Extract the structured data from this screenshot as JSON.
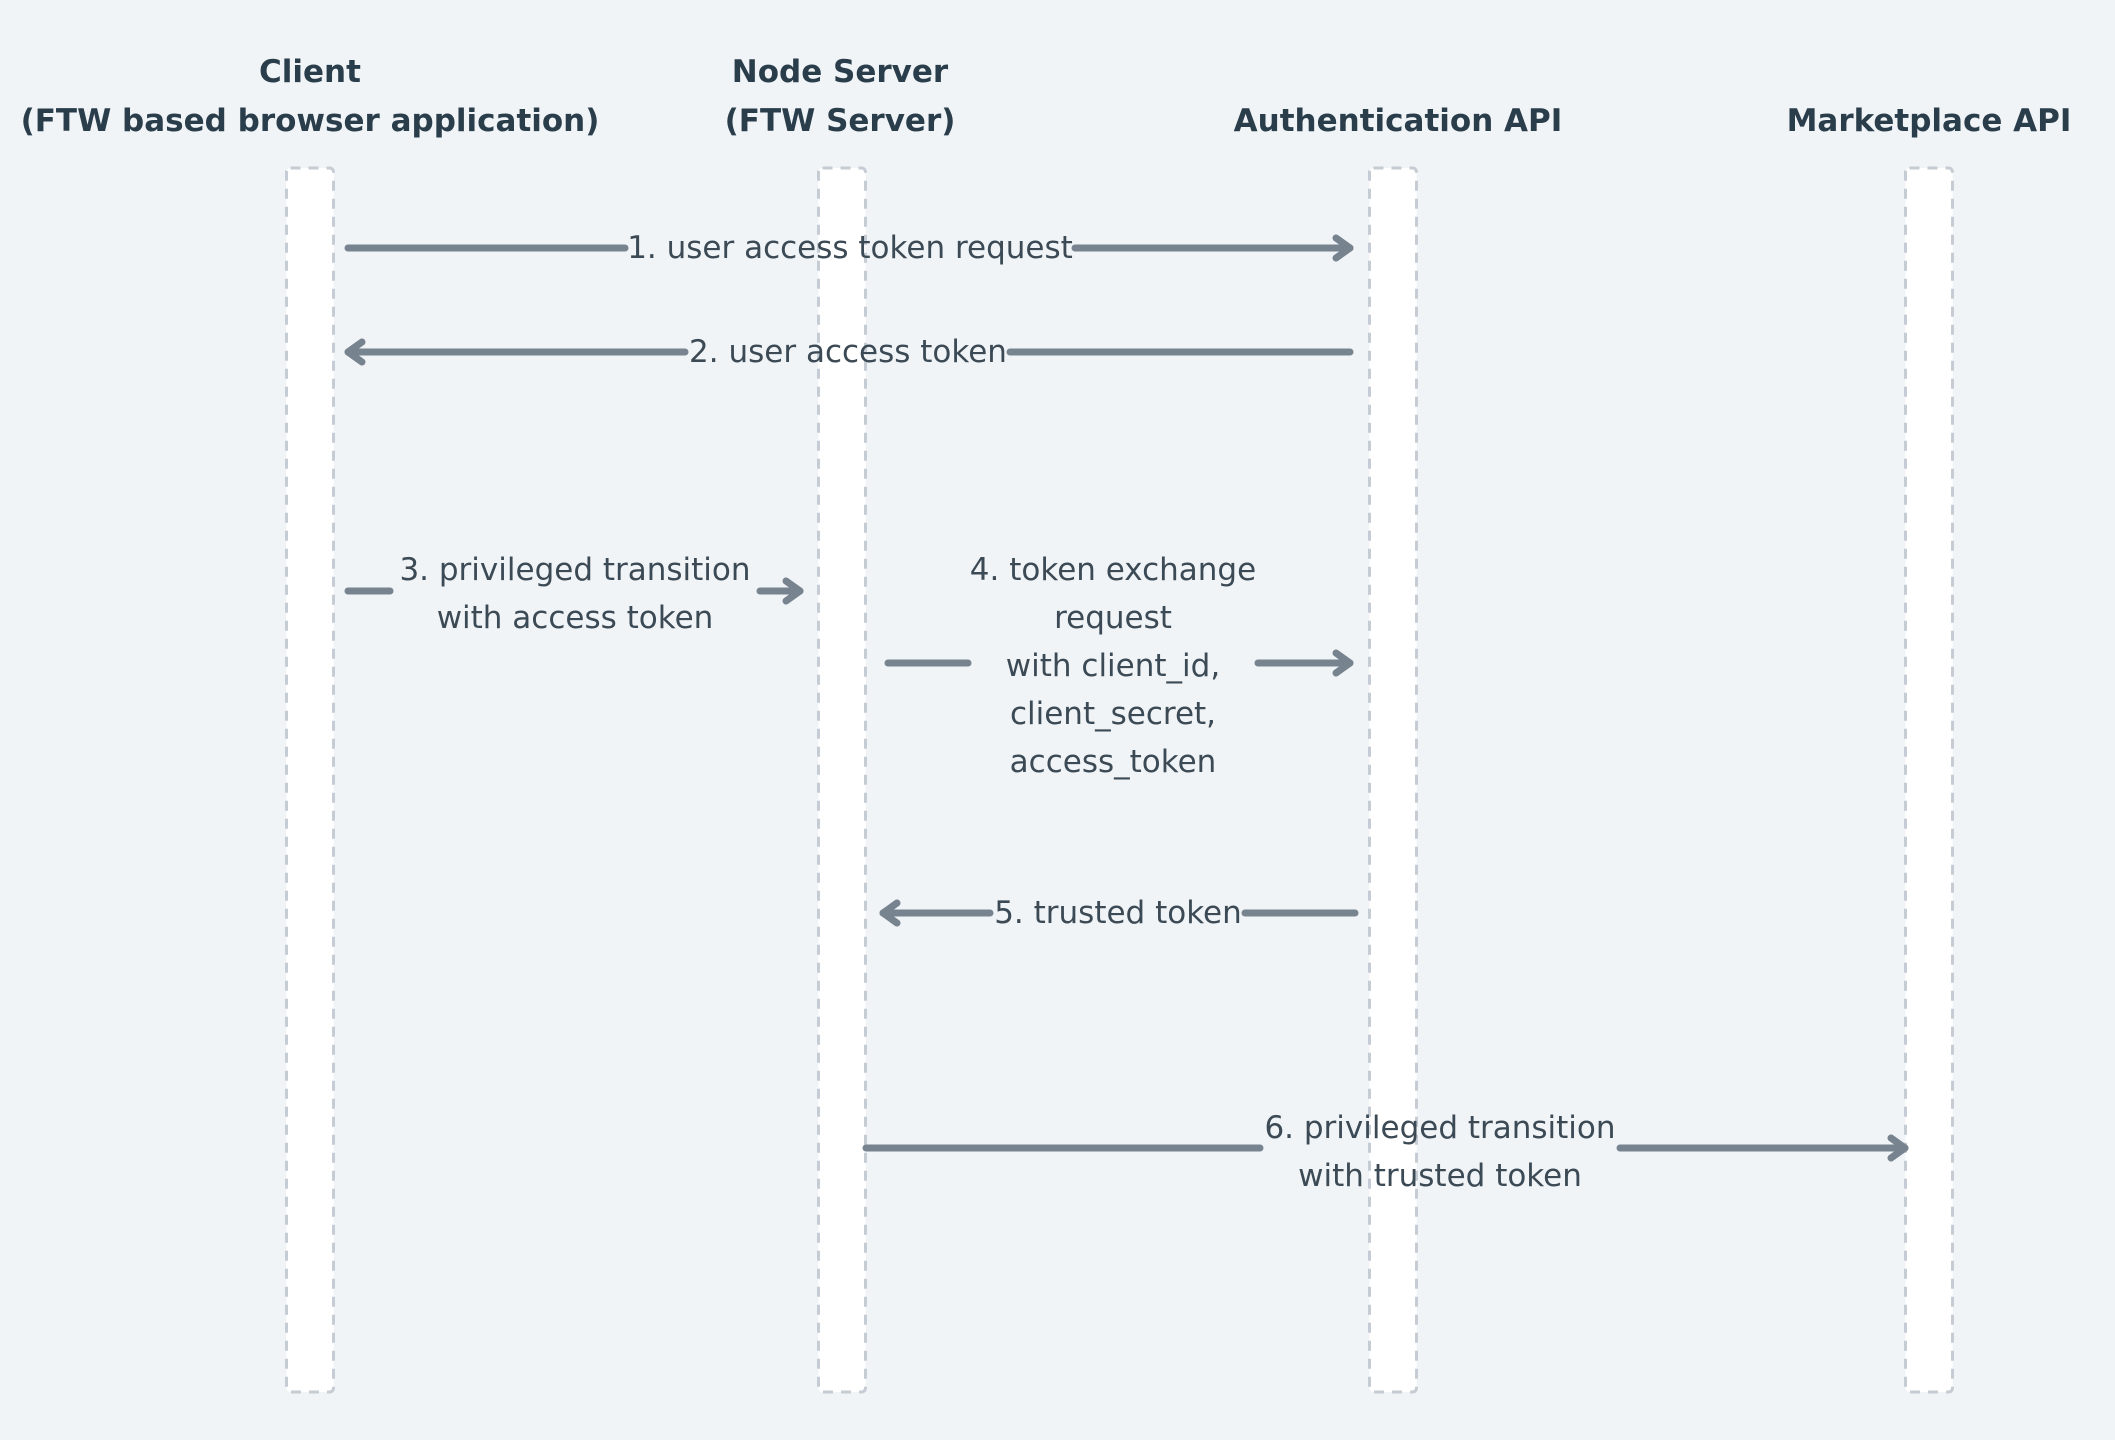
{
  "participants": [
    {
      "id": "client",
      "name": "Client",
      "subtitle": "(FTW based browser application)"
    },
    {
      "id": "node",
      "name": "Node Server",
      "subtitle": "(FTW Server)"
    },
    {
      "id": "auth",
      "name": "Authentication API",
      "subtitle": ""
    },
    {
      "id": "market",
      "name": "Marketplace API",
      "subtitle": ""
    }
  ],
  "messages": [
    {
      "from": "client",
      "to": "auth",
      "lines": [
        "1. user access token request"
      ]
    },
    {
      "from": "auth",
      "to": "client",
      "lines": [
        "2. user access token"
      ]
    },
    {
      "from": "client",
      "to": "node",
      "lines": [
        "3. privileged transition",
        "with access token"
      ]
    },
    {
      "from": "node",
      "to": "auth",
      "lines": [
        "4. token exchange",
        "request",
        "with client_id,",
        "client_secret,",
        "access_token"
      ]
    },
    {
      "from": "auth",
      "to": "node",
      "lines": [
        "5. trusted token"
      ]
    },
    {
      "from": "node",
      "to": "market",
      "lines": [
        "6. privileged transition",
        "with trusted token"
      ]
    }
  ]
}
